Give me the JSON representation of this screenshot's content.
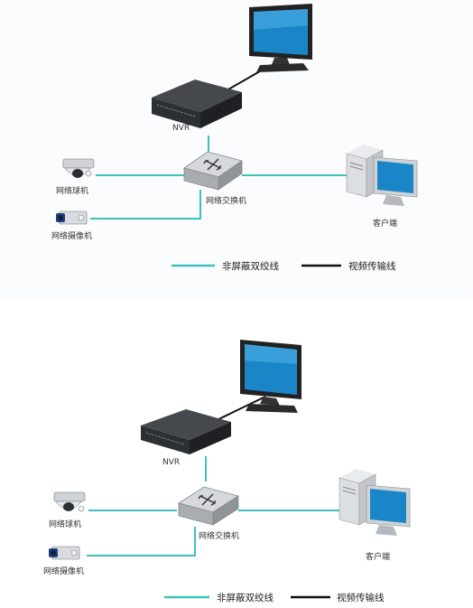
{
  "colors": {
    "network_cable": "#3cc1bd",
    "video_cable": "#111111",
    "device_dark": "#2c2f33",
    "screen_blue": "#1a86c8"
  },
  "diagrams": [
    {
      "labels": {
        "nvr": "NVR",
        "dome_camera": "网络球机",
        "box_camera": "网络摄像机",
        "switch": "网络交换机",
        "client": "客户端"
      },
      "legend": {
        "network_cable": "非屏蔽双绞线",
        "video_cable": "视频传输线"
      }
    },
    {
      "labels": {
        "nvr": "NVR",
        "dome_camera": "网络球机",
        "box_camera": "网络摄像机",
        "switch": "网络交换机",
        "client": "客户端"
      },
      "legend": {
        "network_cable": "非屏蔽双绞线",
        "video_cable": "视频传输线"
      }
    }
  ]
}
